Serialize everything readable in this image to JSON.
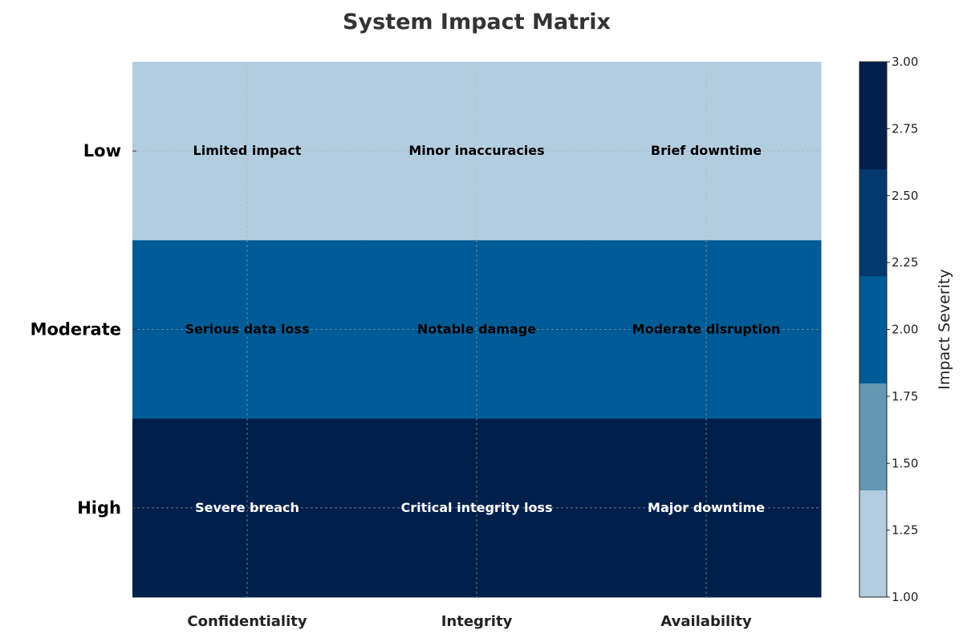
{
  "chart_data": {
    "type": "heatmap",
    "title": "System Impact Matrix",
    "rows": [
      "Low",
      "Moderate",
      "High"
    ],
    "columns": [
      "Confidentiality",
      "Integrity",
      "Availability"
    ],
    "values": [
      [
        1,
        1,
        1
      ],
      [
        2,
        2,
        2
      ],
      [
        3,
        3,
        3
      ]
    ],
    "cell_labels": [
      [
        "Limited impact",
        "Minor inaccuracies",
        "Brief downtime"
      ],
      [
        "Serious data loss",
        "Notable damage",
        "Moderate disruption"
      ],
      [
        "Severe breach",
        "Critical integrity loss",
        "Major downtime"
      ]
    ],
    "grid": true,
    "colorbar": {
      "label": "Impact Severity",
      "range": [
        1.0,
        3.0
      ],
      "ticks": [
        "1.00",
        "1.25",
        "1.50",
        "1.75",
        "2.00",
        "2.25",
        "2.50",
        "2.75",
        "3.00"
      ],
      "colors": [
        "#b3cde0",
        "#6497b1",
        "#005b96",
        "#03396c",
        "#011f4b"
      ]
    }
  }
}
